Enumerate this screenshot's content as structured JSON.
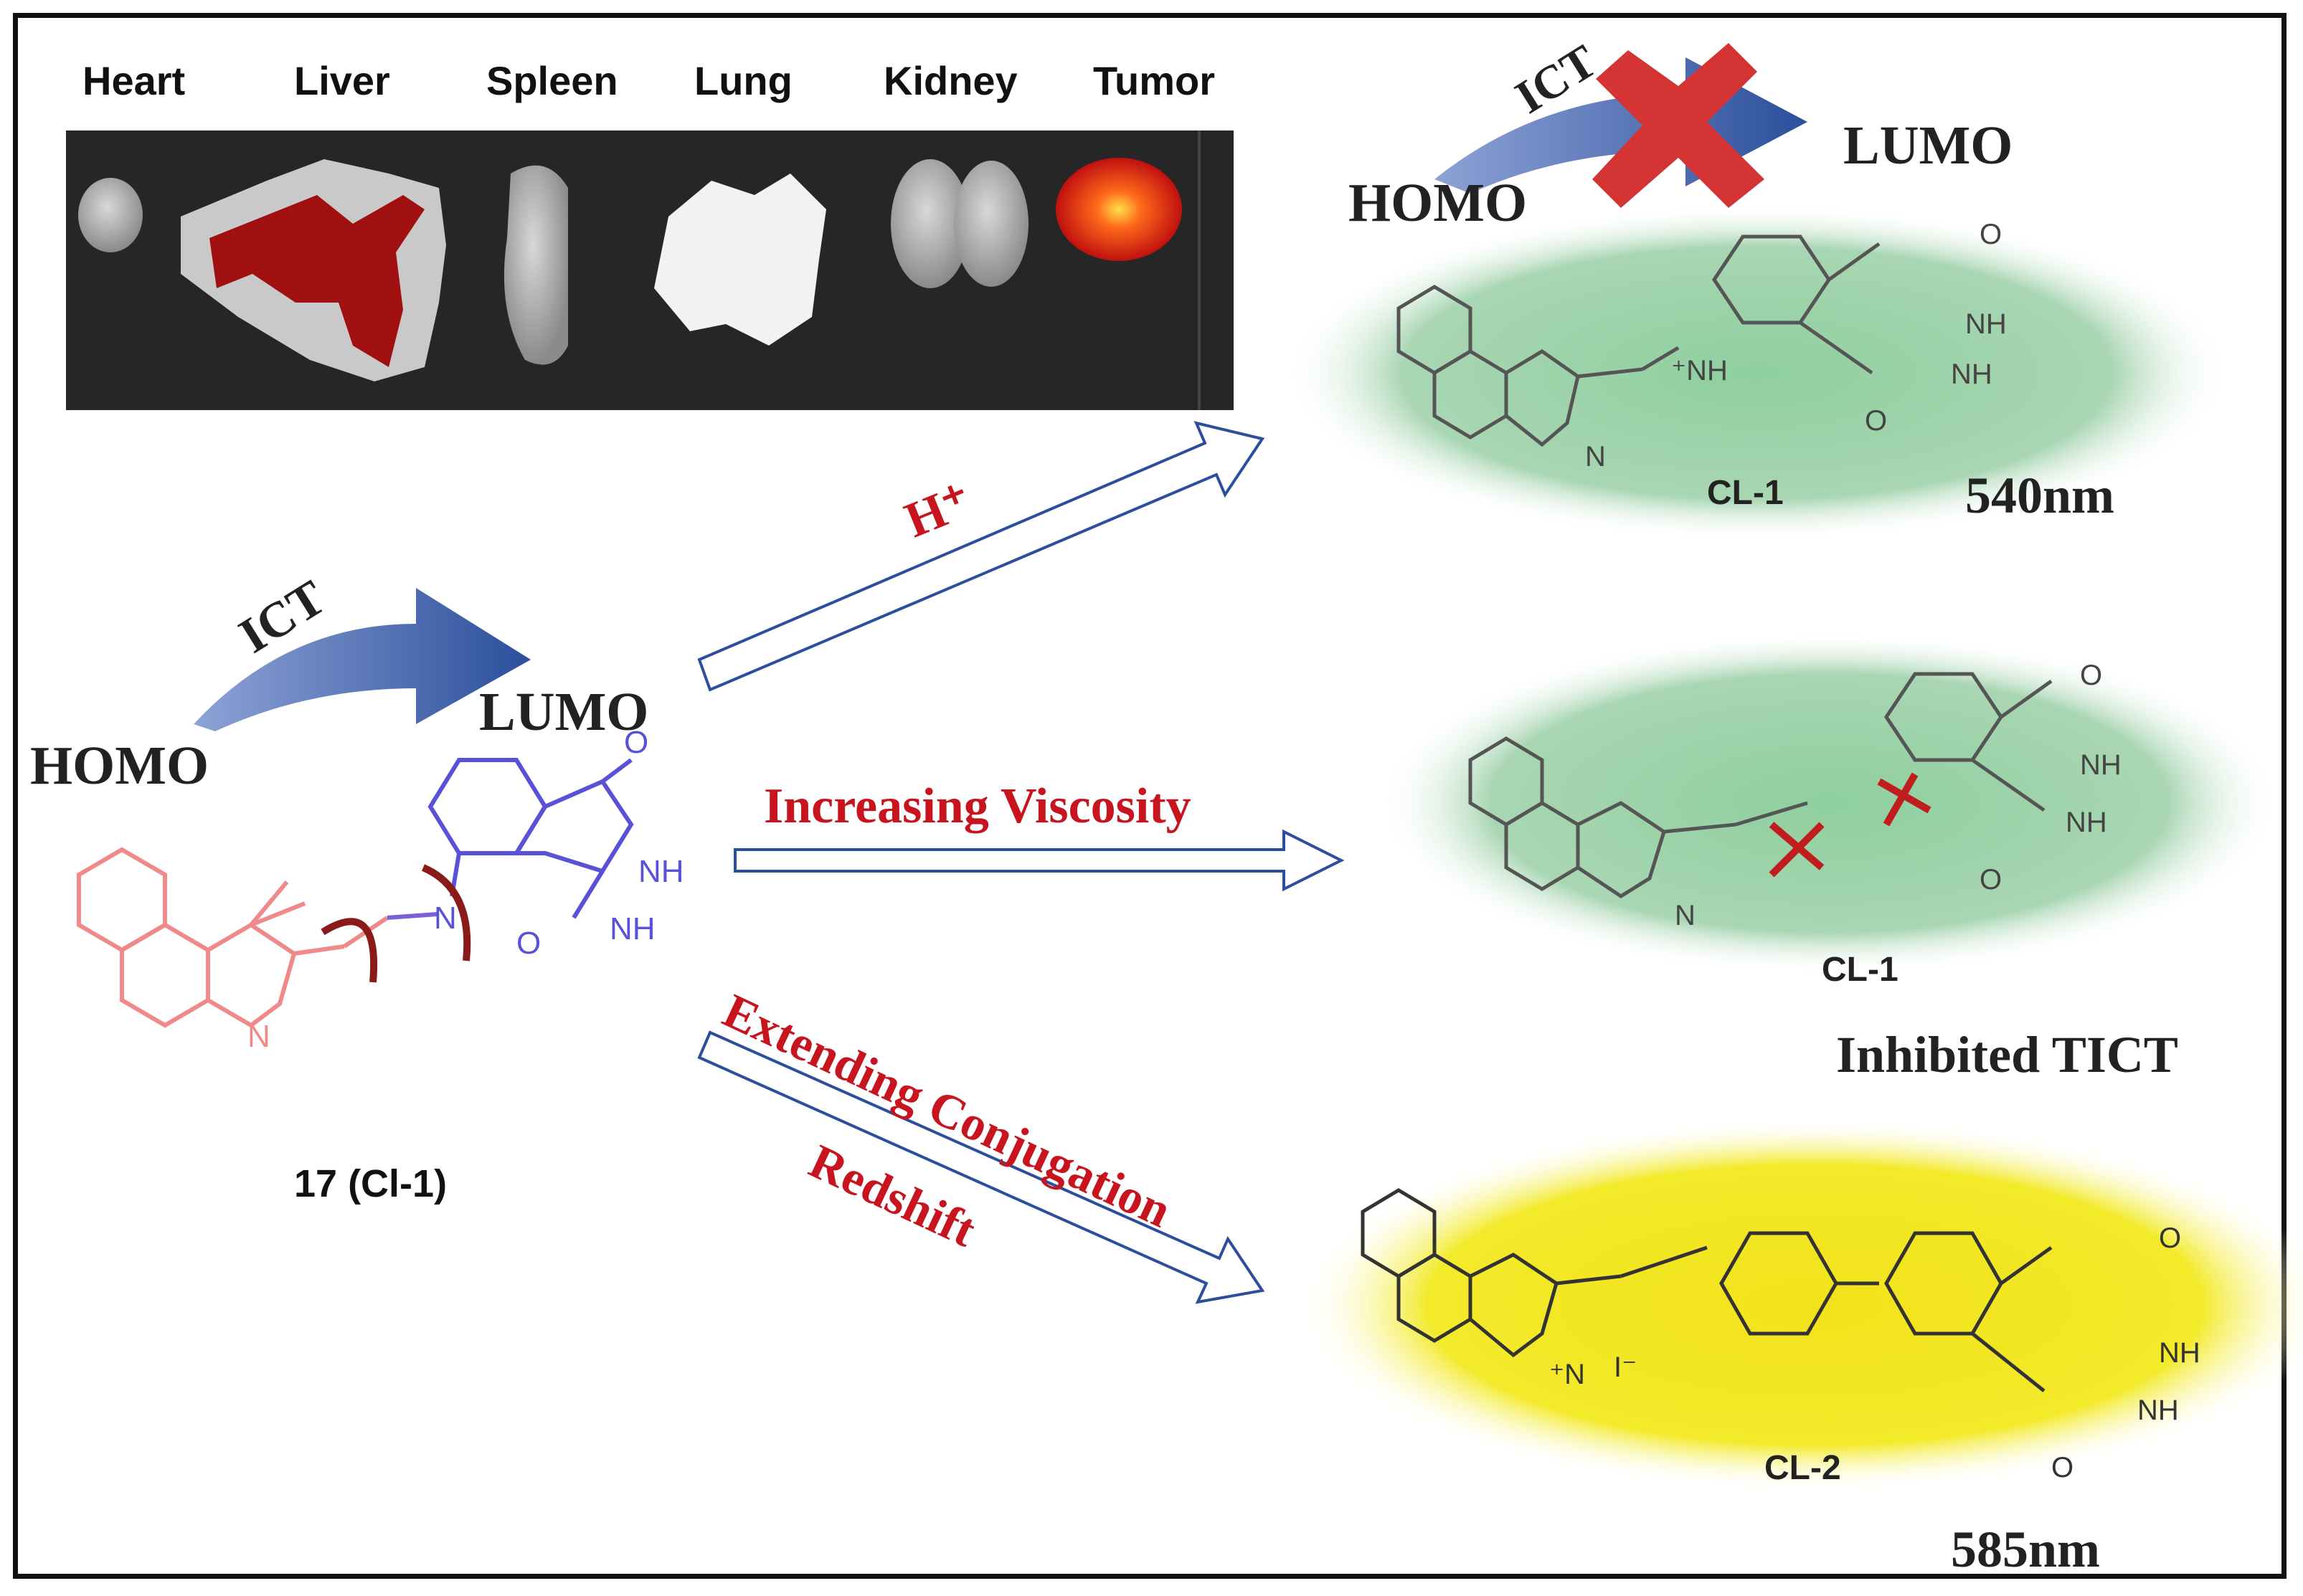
{
  "organs": [
    "Heart",
    "Liver",
    "Spleen",
    "Lung",
    "Kidney",
    "Tumor"
  ],
  "top_right": {
    "ict": "ICT",
    "homo": "HOMO",
    "lumo": "LUMO"
  },
  "left_scheme": {
    "ict": "ICT",
    "homo": "HOMO",
    "lumo": "LUMO",
    "compound_label": "17 (Cl-1)"
  },
  "arrows": {
    "acid": "H⁺",
    "viscosity": "Increasing Viscosity",
    "conjugation": "Extending Conjugation",
    "redshift": "Redshift"
  },
  "products": [
    {
      "name": "CL-1",
      "annotation": "540nm"
    },
    {
      "name": "CL-1",
      "annotation": "Inhibited TICT"
    },
    {
      "name": "CL-2",
      "annotation": "585nm"
    }
  ],
  "colors": {
    "red_text": "#c8141e",
    "blue_arrow": "#2b4f9c",
    "green_blob": "#a9d6b3",
    "yellow_blob": "#f3ea2a",
    "pink_struct": "#f08a8a",
    "blue_struct": "#5a52d6"
  }
}
